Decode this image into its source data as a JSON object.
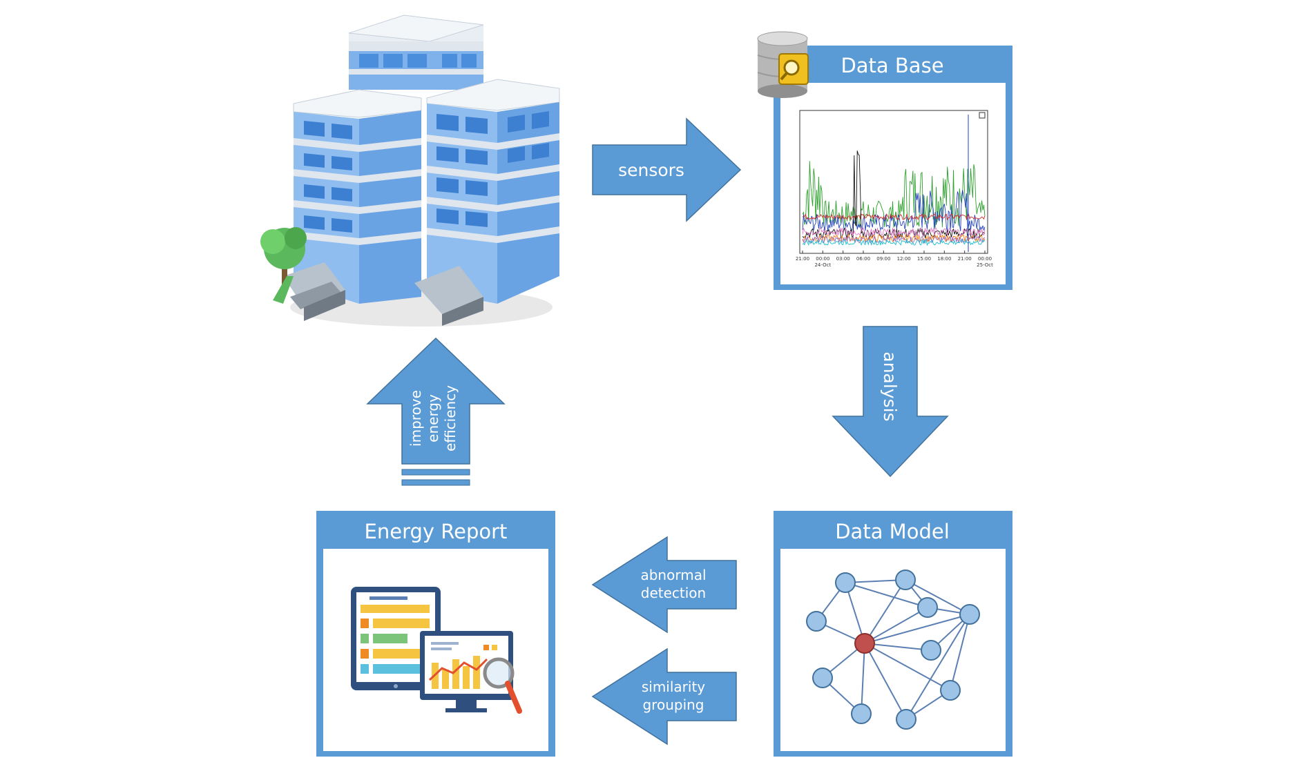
{
  "colors": {
    "accent": "#5B9BD5",
    "accent_dark": "#41719C",
    "node": "#9DC3E6",
    "node_center": "#C0504D",
    "edge": "#5B7FB2"
  },
  "arrows": {
    "sensors": "sensors",
    "analysis": "analysis",
    "abnormal_line1": "abnormal",
    "abnormal_line2": "detection",
    "similarity_line1": "similarity",
    "similarity_line2": "grouping",
    "improve_line1": "improve",
    "improve_line2": "energy",
    "improve_line3": "efficiency"
  },
  "panels": {
    "database_title": "Data Base",
    "model_title": "Data Model",
    "report_title": "Energy Report"
  },
  "chart_data": {
    "type": "line",
    "x_ticks": [
      "21:00",
      "00:00",
      "03:00",
      "06:00",
      "09:00",
      "12:00",
      "15:00",
      "18:00",
      "21:00",
      "00:00"
    ],
    "x_dates": [
      "24-Oct",
      "25-Oct"
    ]
  },
  "icons": {
    "building": "office-buildings-icon",
    "database": "database-search-icon",
    "report": "report-dashboard-icon"
  }
}
